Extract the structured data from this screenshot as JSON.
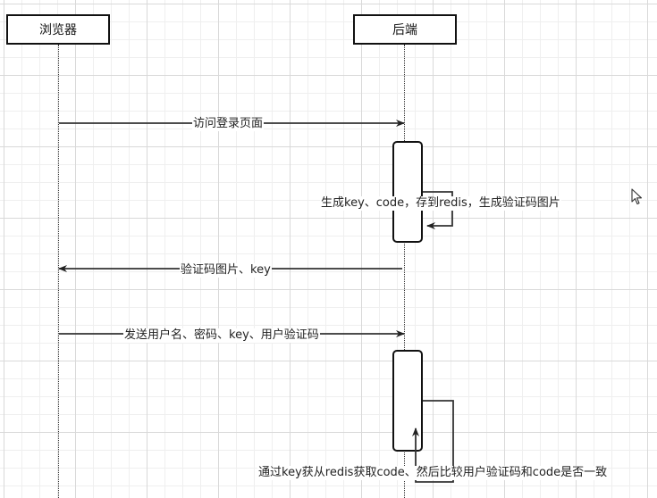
{
  "participants": {
    "browser": "浏览器",
    "backend": "后端"
  },
  "messages": {
    "m1": "访问登录页面",
    "m2": "生成key、code，存到redis，生成验证码图片",
    "m3": "验证码图片、key",
    "m4": "发送用户名、密码、key、用户验证码",
    "m5": "通过key获从redis获取code、然后比较用户验证码和code是否一致"
  },
  "colors": {
    "line": "#333333",
    "box_border": "#111111",
    "grid": "#d9d9d9"
  }
}
